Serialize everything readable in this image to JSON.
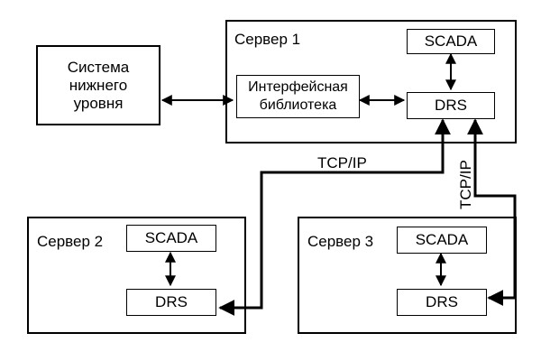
{
  "lower_system": {
    "line1": "Система",
    "line2": "нижнего",
    "line3": "уровня"
  },
  "server1": {
    "title": "Сервер 1",
    "scada": "SCADA",
    "drs": "DRS",
    "interface_lib": {
      "line1": "Интерфейсная",
      "line2": "библиотека"
    }
  },
  "server2": {
    "title": "Сервер 2",
    "scada": "SCADA",
    "drs": "DRS"
  },
  "server3": {
    "title": "Сервер 3",
    "scada": "SCADA",
    "drs": "DRS"
  },
  "links": {
    "tcp_left": "TCP/IP",
    "tcp_right": "TCP/IP"
  }
}
